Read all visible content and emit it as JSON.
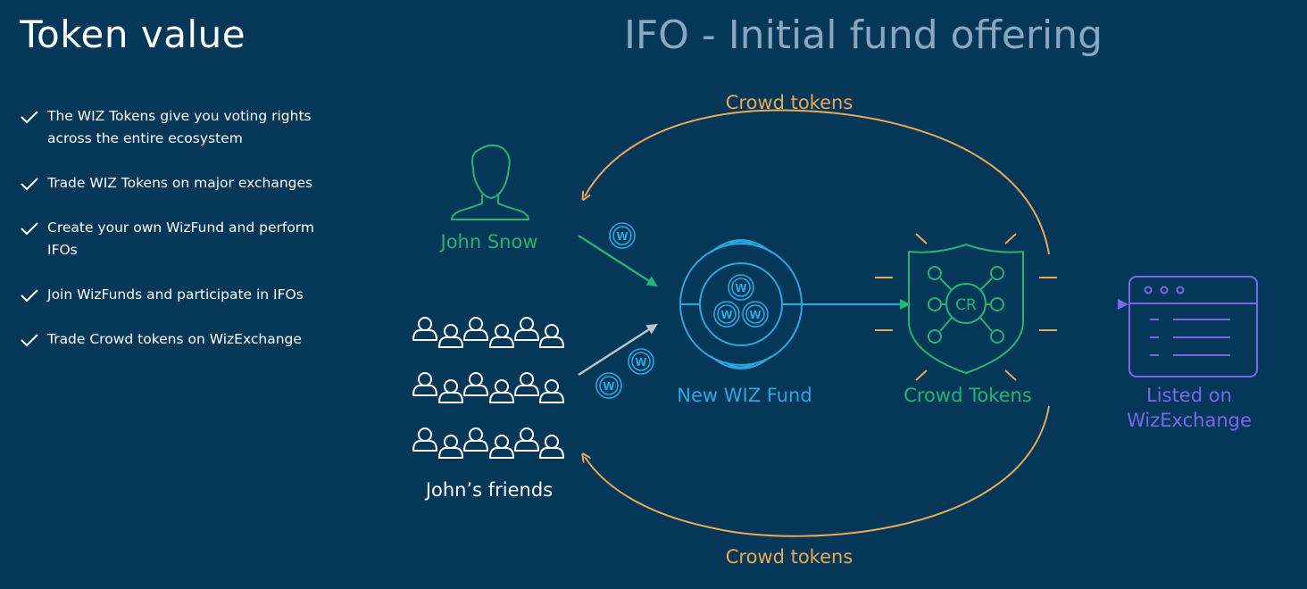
{
  "left_panel": {
    "title": "Token value",
    "benefits": [
      "The WIZ Tokens give you voting rights across the entire ecosystem",
      "Trade WIZ Tokens on major exchanges",
      "Create your own WizFund and perform IFOs",
      "Join WizFunds and participate in IFOs",
      "Trade Crowd tokens on WizExchange"
    ]
  },
  "diagram": {
    "title": "IFO - Initial fund offering",
    "top_arrow_label": "Crowd tokens",
    "bottom_arrow_label": "Crowd tokens",
    "john_snow_label": "John Snow",
    "friends_label": "John’s friends",
    "fund_label": "New WIZ Fund",
    "crowd_tokens_label": "Crowd Tokens",
    "shield_text": "CR",
    "coin_letter": "W",
    "listed_line1": "Listed on",
    "listed_line2": "WizExchange",
    "colors": {
      "background": "#053759",
      "orange": "#e8a95a",
      "green": "#22b573",
      "blue": "#29a9e1",
      "purple": "#7b68ee",
      "light_gray": "#b8c4d0",
      "white": "#ffffff"
    }
  }
}
